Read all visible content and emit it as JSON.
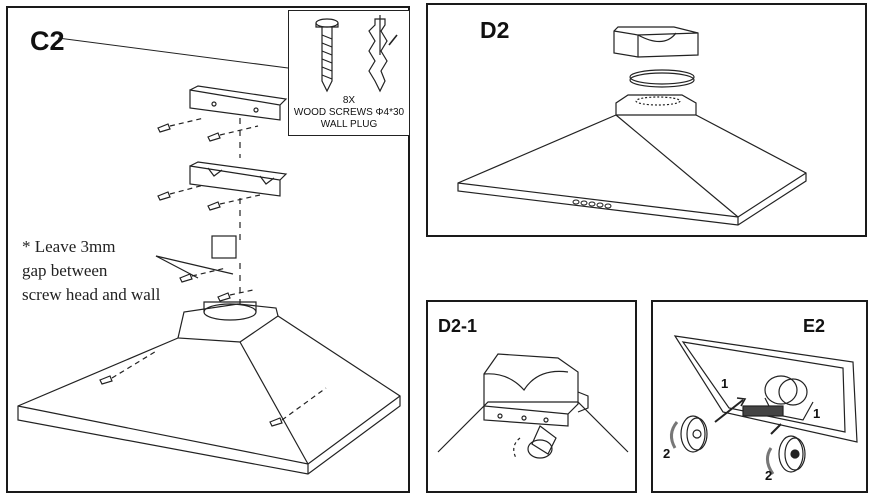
{
  "panels": {
    "c2": {
      "title": "C2",
      "note": [
        "* Leave 3mm",
        "gap between",
        "screw head  and wall"
      ],
      "inset": {
        "quantity": "8X",
        "screws": "WOOD SCREWS Φ4*30",
        "plug": "WALL PLUG"
      }
    },
    "d2": {
      "title": "D2"
    },
    "d2_1": {
      "title": "D2-1"
    },
    "e2": {
      "title": "E2",
      "step1": "1",
      "step2": "2"
    }
  }
}
